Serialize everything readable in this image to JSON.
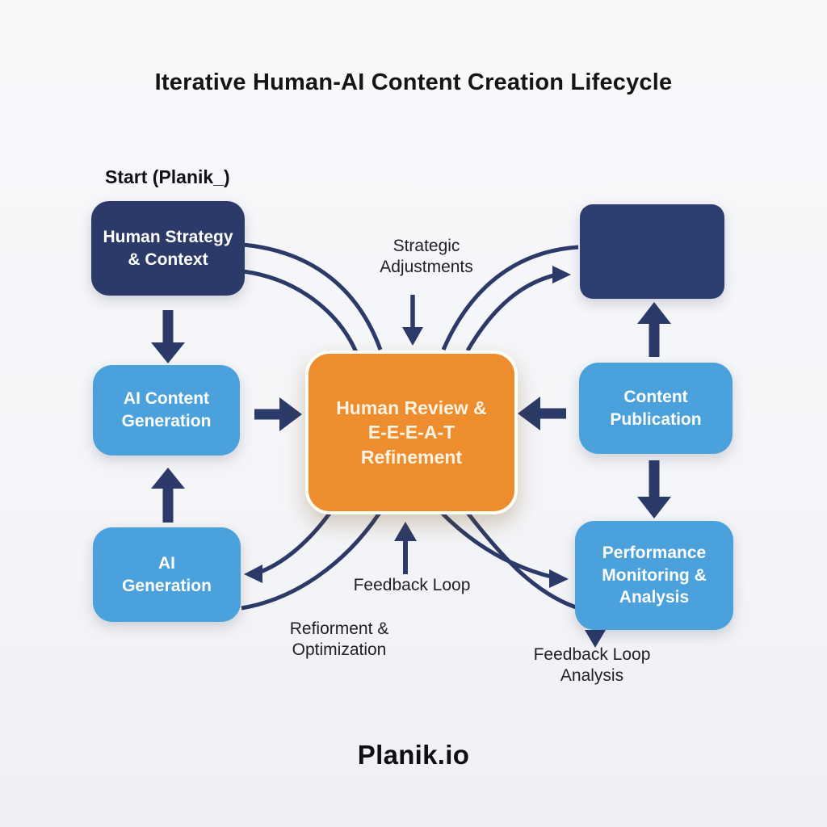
{
  "title": "Iterative Human-AI Content Creation Lifecycle",
  "start_label": "Start (Planik_)",
  "footer": {
    "logo": "Planik.io"
  },
  "colors": {
    "background": "#f5f6f8",
    "navy": "#2b3a68",
    "blue": "#4ba1dc",
    "orange": "#ee8d2e",
    "arrow": "#2b3a68",
    "title_text": "#151515",
    "box_text": "#ffffff"
  },
  "nodes": {
    "human_strategy": {
      "label": "Human Strategy\n& Context"
    },
    "blank_top_right": {
      "label": ""
    },
    "ai_content_generation": {
      "label": "AI Content\nGeneration"
    },
    "human_review": {
      "label": "Human Review &\nE-E-E-A-T\nRefinement"
    },
    "content_publication": {
      "label": "Content\nPublication"
    },
    "ai_generation": {
      "label": "AI\nGeneration"
    },
    "performance_monitoring": {
      "label": "Performance\nMonitoring &\nAnalysis"
    }
  },
  "edge_labels": {
    "strategic_adjustments": "Strategic\nAdjustments",
    "feedback_loop": "Feedback Loop",
    "refiorment_optimization": "Refiorment &\nOptimization",
    "feedback_loop_analysis": "Feedback Loop\nAnalysis"
  }
}
